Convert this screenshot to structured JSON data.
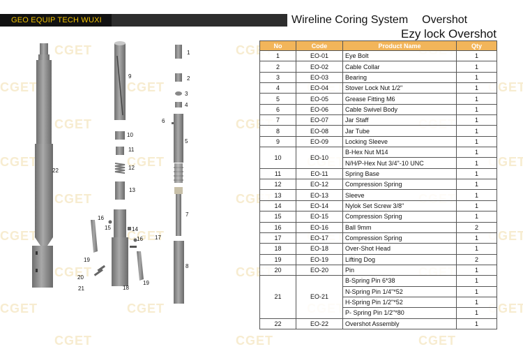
{
  "header": {
    "company": "GEO EQUIP TECH WUXI",
    "system": "Wireline Coring System",
    "category": "Overshot",
    "subtitle": "Ezy lock Overshot"
  },
  "watermark": "CGET",
  "table": {
    "headers": [
      "No",
      "Code",
      "Product Name",
      "Qty"
    ],
    "rows": [
      {
        "no": "1",
        "code": "EO-01",
        "names": [
          "Eye Bolt"
        ],
        "qtys": [
          "1"
        ]
      },
      {
        "no": "2",
        "code": "EO-02",
        "names": [
          "Cable Collar"
        ],
        "qtys": [
          "1"
        ]
      },
      {
        "no": "3",
        "code": "EO-03",
        "names": [
          "Bearing"
        ],
        "qtys": [
          "1"
        ]
      },
      {
        "no": "4",
        "code": "EO-04",
        "names": [
          "Stover Lock Nut 1/2\""
        ],
        "qtys": [
          "1"
        ]
      },
      {
        "no": "5",
        "code": "EO-05",
        "names": [
          "Grease Fitting M6"
        ],
        "qtys": [
          "1"
        ]
      },
      {
        "no": "6",
        "code": "EO-06",
        "names": [
          "Cable Swivel Body"
        ],
        "qtys": [
          "1"
        ]
      },
      {
        "no": "7",
        "code": "EO-07",
        "names": [
          "Jar Staff"
        ],
        "qtys": [
          "1"
        ]
      },
      {
        "no": "8",
        "code": "EO-08",
        "names": [
          "Jar Tube"
        ],
        "qtys": [
          "1"
        ]
      },
      {
        "no": "9",
        "code": "EO-09",
        "names": [
          "Locking Sleeve"
        ],
        "qtys": [
          "1"
        ]
      },
      {
        "no": "10",
        "code": "EO-10",
        "names": [
          "B-Hex Nut M14",
          "N/H/P-Hex Nut 3/4\"-10 UNC"
        ],
        "qtys": [
          "1",
          "1"
        ]
      },
      {
        "no": "11",
        "code": "EO-11",
        "names": [
          "Spring Base"
        ],
        "qtys": [
          "1"
        ]
      },
      {
        "no": "12",
        "code": "EO-12",
        "names": [
          "Compression Spring"
        ],
        "qtys": [
          "1"
        ]
      },
      {
        "no": "13",
        "code": "EO-13",
        "names": [
          "Sleeve"
        ],
        "qtys": [
          "1"
        ]
      },
      {
        "no": "14",
        "code": "EO-14",
        "names": [
          "Nylok Set Screw 3/8\""
        ],
        "qtys": [
          "1"
        ]
      },
      {
        "no": "15",
        "code": "EO-15",
        "names": [
          "Compression Spring"
        ],
        "qtys": [
          "1"
        ]
      },
      {
        "no": "16",
        "code": "EO-16",
        "names": [
          "Ball 9mm"
        ],
        "qtys": [
          "2"
        ]
      },
      {
        "no": "17",
        "code": "EO-17",
        "names": [
          "Compression Spring"
        ],
        "qtys": [
          "1"
        ]
      },
      {
        "no": "18",
        "code": "EO-18",
        "names": [
          "Over-Shot Head"
        ],
        "qtys": [
          "1"
        ]
      },
      {
        "no": "19",
        "code": "EO-19",
        "names": [
          "Lifting Dog"
        ],
        "qtys": [
          "2"
        ]
      },
      {
        "no": "20",
        "code": "EO-20",
        "names": [
          "Pin"
        ],
        "qtys": [
          "1"
        ]
      },
      {
        "no": "21",
        "code": "EO-21",
        "names": [
          "B-Spring Pin 6*38",
          "N-Spring Pin 1/4\"*52",
          "H-Spring Pin 1/2\"*52",
          "P- Spring Pin 1/2\"*80"
        ],
        "qtys": [
          "1",
          "1",
          "1",
          "1"
        ]
      },
      {
        "no": "22",
        "code": "EO-22",
        "names": [
          "Overshot Assembly"
        ],
        "qtys": [
          "1"
        ]
      }
    ]
  },
  "diagram_labels": [
    "1",
    "2",
    "3",
    "4",
    "5",
    "6",
    "7",
    "8",
    "9",
    "10",
    "11",
    "12",
    "13",
    "14",
    "15",
    "16",
    "16",
    "17",
    "18",
    "19",
    "19",
    "20",
    "21",
    "22"
  ],
  "colors": {
    "accent": "#f2b55a",
    "part_gray": "#8a8a8a",
    "company_text": "#f0c000"
  }
}
